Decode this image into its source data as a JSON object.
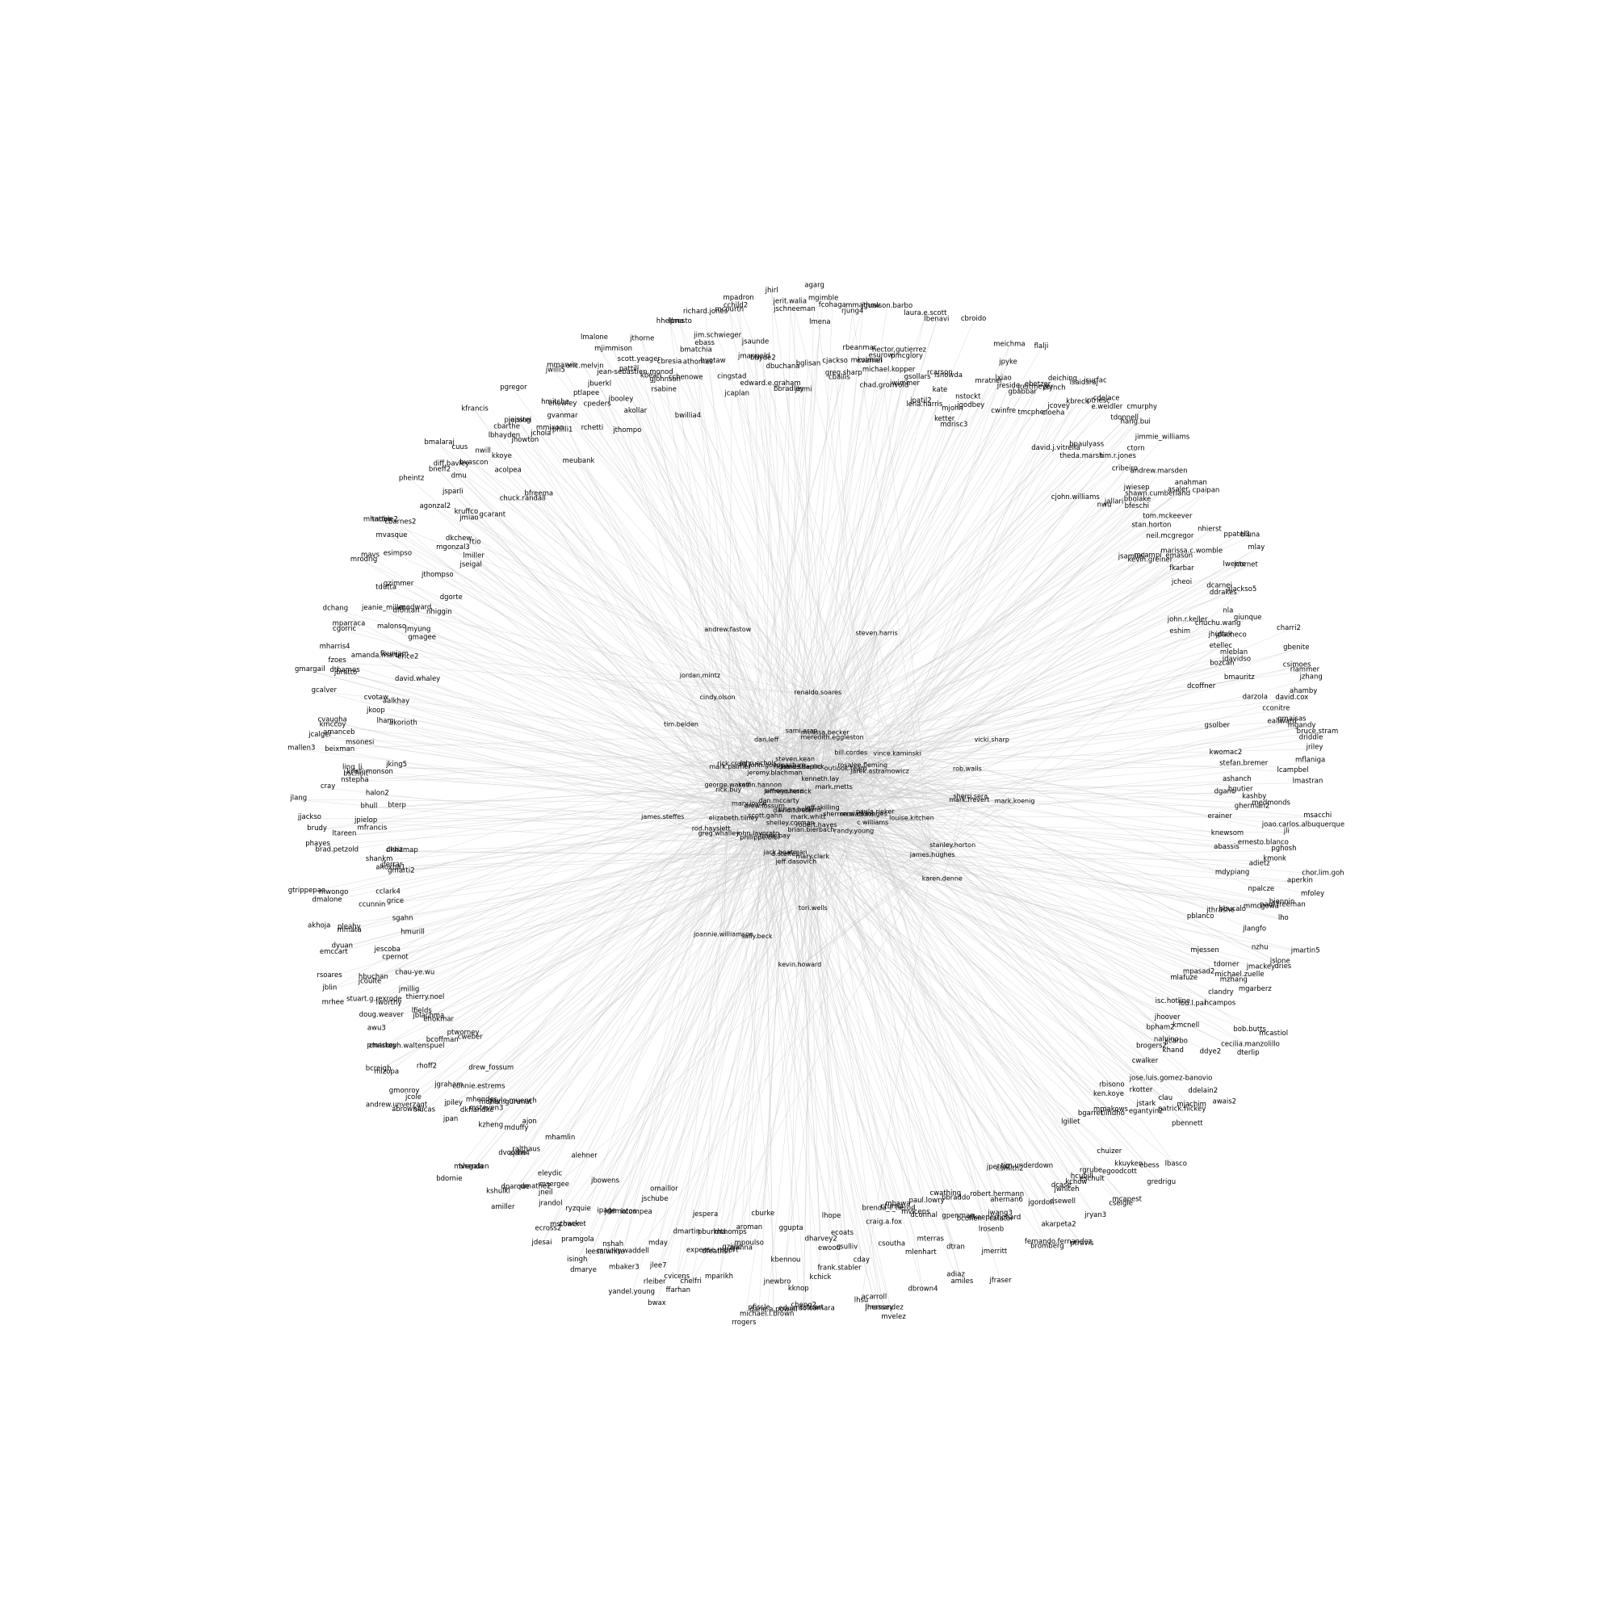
{
  "diagram": {
    "type": "network-graph",
    "layout": "radial",
    "edge_color": "#c8c8c8",
    "label_color": "#000000",
    "inner_nodes": [
      "brian.bierbach",
      "mark.whitt",
      "jeremy.blachman",
      "d.steffes",
      "jarek.astramowicz",
      "elizabeth.tilney",
      "james.derrick",
      "kevin.hannon",
      "rick.buy",
      "john.lavorato",
      "jeff.skilling",
      "steven.kean",
      "richard.shapiro",
      "paula.rieker",
      "mary.joyce",
      "bill.cordes",
      "sherron.watkins",
      "robert.hayes",
      "john.goodpasture",
      "rick.craig",
      "shelley.corman",
      "scott.gahn",
      "melissa.becker",
      "drew.fossum",
      "dan.mccarty",
      "kenneth.lay",
      "c.williams",
      "outlook.team",
      "jack.boatman",
      "meredith.eggleston",
      "frank.bay",
      "brian.hoskins",
      "mary.clark",
      "simone.rose",
      "david.forster",
      "george.wasaff",
      "philippe.bibi",
      "jeffrey.sherrick",
      "mark.metts",
      "sami.arap",
      "james.hughes",
      "remi.collonges",
      "randy.young",
      "renaldo.soares",
      "dan.leff",
      "john.echols",
      "steven.harris",
      "mark.frevert",
      "greg.whalley",
      "andrew.fastow",
      "sally.beck",
      "louise.kitchen",
      "tim.belden",
      "vince.kaminski",
      "jeff.dasovich",
      "james.steffes",
      "karen.denne",
      "mark.palmer",
      "cindy.olson",
      "rosalee.fleming",
      "joannie.williamson",
      "sherri.sera",
      "tori.wells",
      "mark.koenig",
      "rob.walls",
      "rod.hayslett",
      "stanley.horton",
      "kevin.howard",
      "jordan.mintz",
      "vicki.sharp"
    ],
    "outer_nodes": [
      "bglisan",
      "agarg",
      "lmena",
      "mgimble",
      "fcohaga",
      "cjackso",
      "cbailis",
      "greg.sharp",
      "rjung4",
      "mmathew",
      "rbeanmar",
      "mkolman",
      "cvarnel",
      "jgualson.barbo",
      "esurowi",
      "chad.gronvold",
      "michael.kopper",
      "hector.gutierrez",
      "pmcglory",
      "jwimmer",
      "laura.e.scott",
      "gsollars",
      "lbenavi",
      "jpatil2",
      "lena.harris",
      "rcarson",
      "kate",
      "isnowda",
      "cbroido",
      "ketter",
      "mjohn",
      "mdrisc3",
      "nstockt",
      "jgodbey",
      "mratner",
      "meichma",
      "jpyke",
      "lxiao",
      "jreside",
      "cwinfre",
      "flalji",
      "gbabbar",
      "jreitmeyer",
      "ebetzer",
      "tmcpher",
      "dlynch",
      "deiching",
      "cloeha",
      "jcovey",
      "lsaidsraj",
      "kbreck",
      "jsurfac",
      "david.j.vitrella",
      "ptriesc",
      "cdelace",
      "e.weidler",
      "bpaulyass",
      "theda.marsh",
      "tdonnell",
      "cmurphy",
      "hang.bui",
      "cjohn.williams",
      "tim.r.jones",
      "ctorn",
      "cribeiro",
      "jimmie_williams",
      "nwu",
      "jallari",
      "jwiesep",
      "andrew.marsden",
      "bbolake",
      "bfeschi",
      "shawn.cumberland",
      "asaler",
      "anahman",
      "stan.horton",
      "tom.mckeever",
      "cpaipan",
      "jsamuel",
      "neil.mcgregor",
      "mcampi",
      "kevin.greiner",
      "nhierst",
      "emason",
      "marissa.c.womble",
      "fkarbar",
      "ppatel3",
      "bluna",
      "jcheoi",
      "mlay",
      "lwente",
      "jcornet",
      "dcarnei",
      "ddrakes",
      "ajackso5",
      "john.r.keller",
      "eshim",
      "nla",
      "chuchu.wang",
      "giunque",
      "jhuffak",
      "jpacheco",
      "etellec",
      "charri2",
      "mleblan",
      "bozcan",
      "jdavidso",
      "gbenite",
      "dcoffner",
      "bmauritz",
      "csimoes",
      "rlammer",
      "jzhang",
      "darzola",
      "ahamby",
      "david.cox",
      "cconitre",
      "gsolber",
      "gmaisas",
      "eallward",
      "mgandy",
      "bruce.stram",
      "driddle",
      "kwomac2",
      "jriley",
      "stefan.bremer",
      "mflaniga",
      "lcampbel",
      "ashanch",
      "lmastran",
      "hgutier",
      "dganc",
      "kashby",
      "medmonds",
      "gherman2",
      "msacchi",
      "erainer",
      "joao.carlos.albuquerque",
      "jli",
      "knewsom",
      "ernesto.blanco",
      "pghosh",
      "abassis",
      "kmonk",
      "adietz",
      "chor.lim.goh",
      "aperkin",
      "mdypiang",
      "mfoley",
      "npalcze",
      "bjennin",
      "paul.freeman",
      "mmcgowa",
      "lho",
      "hbucalo",
      "jthrashe",
      "jlangfo",
      "pblanco",
      "jmartin5",
      "nzhu",
      "jslone",
      "dries",
      "jmackey",
      "mjessen",
      "tdorner",
      "michael.zuelle",
      "mzhang",
      "mgarberz",
      "mpasad2",
      "clandry",
      "mlafuze",
      "hcampos",
      "mcastiol",
      "bob.butts",
      "lou.l.pai",
      "isc.hotline",
      "cecilia.manzolillo",
      "dterlip",
      "kmcnell",
      "jhoover",
      "ddye2",
      "bpham2",
      "jjcarbo",
      "nalvino",
      "khand",
      "brogers2",
      "awais2",
      "ddelain2",
      "jose.luis.gomez-banovio",
      "cwalker",
      "mjachim",
      "patrick.hickey",
      "clau",
      "pbennett",
      "rkotter",
      "jstark",
      "egantyin2",
      "rbisono",
      "ken.koye",
      "lbasco",
      "mmakows",
      "tlindho",
      "ebess",
      "gredrigu",
      "bgarret",
      "kkuyken",
      "chuizer",
      "egoodcott",
      "lgillet",
      "mcapest",
      "cseigle",
      "rgrube",
      "eschult",
      "hcubill",
      "kchow",
      "jryan3",
      "jwhiteh",
      "dcase",
      "dsewell",
      "ptravis",
      "tim.underdown",
      "akarpeta2",
      "jgordon",
      "fernando.fernandez",
      "csmith2",
      "bromberg",
      "jpetroz",
      "ahernan6",
      "robert.hermann",
      "jwang3",
      "calator",
      "dkeeperrichard",
      "lrosenb",
      "jmerritt",
      "jfraser",
      "bcohen",
      "bbraddo",
      "gpenman",
      "cwathing",
      "dtran",
      "amiles",
      "adiaz",
      "paul.lowry",
      "dconnal",
      "mterras",
      "mvicens",
      "mlenhart",
      "dbrown4",
      "mbawa",
      "cturria",
      "brenda_f_herod",
      "csoutha",
      "craig.a.fox",
      "mvelez",
      "lhernandez",
      "jmassey",
      "acarroll",
      "cday",
      "lhsu",
      "csulliv",
      "ecoats",
      "frank.stabler",
      "lhope",
      "ewood",
      "dharvey2",
      "kchick",
      "cstuart",
      "eduardo.camara",
      "cheng2",
      "kknop",
      "ggupta",
      "kbennou",
      "jnewbro",
      "dane.a.powell",
      "michael.l.brown",
      "pfissle",
      "cburke",
      "rrogers",
      "mpoulso",
      "aroman",
      "ajanna",
      "gzivic",
      "mthomps",
      "mparikh",
      "dfeather",
      "expense.report",
      "pburkha",
      "chelfri",
      "jespera",
      "ffarhan",
      "cvicens",
      "dmartin",
      "bwax",
      "rleiber",
      "jlee7",
      "mday",
      "yandel.young",
      "omaillor",
      "jschube",
      "mbaker3",
      "mnicky.waddell",
      "kcompea",
      "nshah",
      "leesa.white",
      "jdematos",
      "dmarye",
      "ipage",
      "isingh",
      "pramgola",
      "jbowens",
      "chacket",
      "ryzquie",
      "mstower",
      "jdesai",
      "ecross2",
      "alehner",
      "jrandol",
      "msergee",
      "jneil",
      "eleydic",
      "dmathe2",
      "mhamlin",
      "amiller",
      "dparque",
      "kshulkl",
      "ralthaus",
      "ajain4",
      "dvoorhe",
      "ajon",
      "mduffy",
      "bhendon",
      "mvegala",
      "bdornie",
      "kzheng",
      "gayle.muench",
      "mohan.gurunat",
      "msteven3",
      "dkhandke",
      "mhender",
      "jpan",
      "connie.estrems",
      "jpiley",
      "drew_fossum",
      "slucas",
      "jgraham",
      "abrown4",
      "jcole",
      "andrew.unverzagt",
      "gmonroy",
      "cweber",
      "rhoff2",
      "ptworney",
      "bcoffman",
      "mizopa",
      "bcreigh",
      "christoph.waltenspuel",
      "ehokmar",
      "pmarkey",
      "jblachma",
      "lfields",
      "awu3",
      "thierry.noel",
      "doug.weaver",
      "lworthy",
      "jmillig",
      "stuart.g.rexrode",
      "chau-ye.wu",
      "mrhee",
      "jcoulte",
      "hbuchan",
      "jblin",
      "cpernot",
      "rsoares",
      "jescoba",
      "hmurill",
      "emccart",
      "dyuan",
      "sgahn",
      "mmata",
      "pleahy",
      "akhoja",
      "grice",
      "ccunnin",
      "cclark4",
      "dmalone",
      "mwongo",
      "gtrippepao",
      "gmarti2",
      "ahoxha1",
      "jferrar",
      "shankm",
      "dkhamap",
      "cruiz",
      "brad.petzold",
      "phayes",
      "ltareen",
      "mfrancis",
      "brudy",
      "jpielop",
      "jjackso",
      "bhull",
      "bterp",
      "jlang",
      "halon2",
      "cray",
      "nstepha",
      "bscholt",
      "kristi.monson",
      "ling_li",
      "jking5",
      "mallen3",
      "beixman",
      "msonesi",
      "jcalger",
      "amanceb",
      "kmccoy",
      "cvaugha",
      "lham",
      "akorioth",
      "jkoop",
      "gcalver",
      "cvotaw",
      "aalkhay",
      "gmargail",
      "jbratto",
      "dthames",
      "fzoes",
      "david.whaley",
      "mharris4",
      "amanda.martin",
      "fbunjam",
      "erice2",
      "cgorric",
      "mparraca",
      "dchang",
      "malonso",
      "gmagee",
      "jmyung",
      "jeanie_miller",
      "dfontan",
      "medward",
      "tdutta",
      "nhiggin",
      "gzimmer",
      "mrodrig",
      "mavs",
      "dgorte",
      "esimpso",
      "jthompso",
      "mvasque",
      "mhatten",
      "tnoble2",
      "cbarnes2",
      "jseigal",
      "mgonzal3",
      "lmiller",
      "dkchew",
      "rtio",
      "agonzal2",
      "pheintz",
      "jmiao",
      "kruffco",
      "jsparli",
      "bneff2",
      "gcarant",
      "dmu",
      "diff.bavley",
      "bmalaraj",
      "bvascon",
      "cuus",
      "chuck.randall",
      "nwill",
      "acolpea",
      "kkoye",
      "bfreema",
      "kfrancis",
      "lbhayden",
      "cbarthe",
      "jhowton",
      "pjaising",
      "jepstei",
      "jchola",
      "pgregor",
      "mmixon",
      "meubank",
      "rphilli1",
      "gvanmar",
      "hmitche",
      "ehowley",
      "jwilli5",
      "rchetti",
      "mmarvin",
      "ptlapee",
      "cpeders",
      "eric.melvin",
      "jbuerkl",
      "jthompo",
      "jbooley",
      "lmalone",
      "akollar",
      "mjimmison",
      "pattill",
      "jean-sebastien.monod",
      "scott.yeager",
      "kbean",
      "jthorne",
      "rsabine",
      "gjohnson",
      "cbresia",
      "bwillia4",
      "cchenowe",
      "hhellma",
      "lpresto",
      "athomas",
      "bmatchia",
      "ebass",
      "bvotaw",
      "richard.jones",
      "jim.schwieger",
      "cingstad",
      "jcaplan",
      "mcourtn",
      "cchild2",
      "mpadron",
      "jmangeld",
      "jsaunde",
      "bhyde2",
      "edward.e.graham",
      "jhirl",
      "dbuchana",
      "bbradley",
      "jerit.walia",
      "jschneeman",
      "jinmi"
    ]
  }
}
